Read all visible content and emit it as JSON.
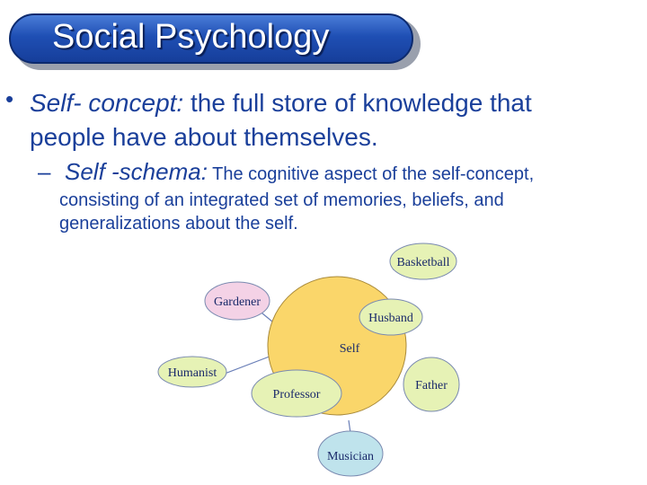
{
  "title": "Social Psychology",
  "bullet": {
    "term": "Self- concept:",
    "def_line1": " the full store of knowledge that",
    "def_line2": "people have about themselves."
  },
  "sub_bullet": {
    "dash": "–",
    "term": "Self -schema:",
    "def_line1": " The cognitive aspect of the self-concept,",
    "def_line2": "consisting of an integrated set of memories, beliefs, and",
    "def_line3": "generalizations about the self."
  },
  "diagram": {
    "center": "Self",
    "nodes": [
      "Basketball",
      "Gardener",
      "Husband",
      "Humanist",
      "Father",
      "Professor",
      "Musician"
    ]
  },
  "colors": {
    "title_fill": "#1f4fb4",
    "text": "#1a3f9a",
    "self_fill": "#fad66a",
    "node_fill": "#e6f2b5",
    "gardener_fill": "#f4d2e6",
    "musician_fill": "#bfe3ec"
  }
}
